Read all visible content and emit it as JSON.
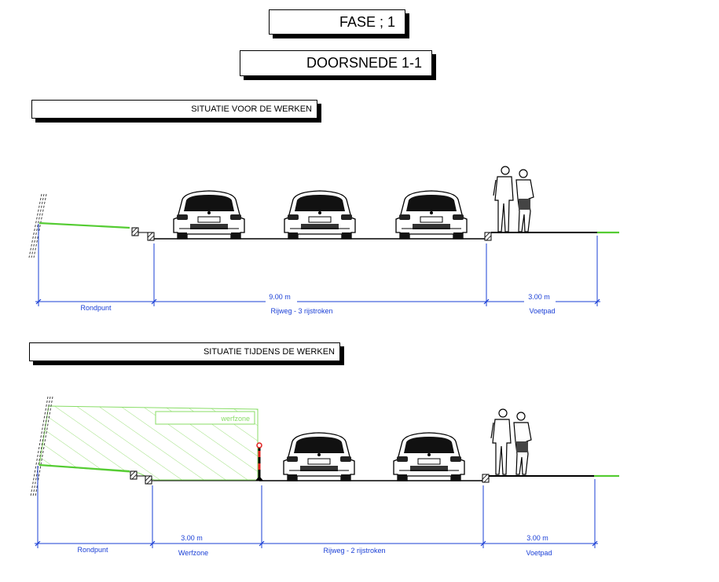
{
  "header": {
    "phase_label": "FASE ; 1",
    "section_label": "DOORSNEDE 1-1"
  },
  "before": {
    "title": "SITUATIE VOOR DE WERKEN",
    "dim_roadway_value": "9.00 m",
    "dim_roadway_label": "Rijweg - 3 rijstroken",
    "dim_footpath_value": "3.00 m",
    "dim_footpath_label": "Voetpad",
    "dim_roundabout_label": "Rondpunt"
  },
  "during": {
    "title": "SITUATIE TIJDENS DE WERKEN",
    "worksite_tag": "werfzone",
    "dim_worksite_value": "3.00 m",
    "dim_worksite_label": "Werfzone",
    "dim_roadway_label": "Rijweg - 2 rijstroken",
    "dim_footpath_value": "3.00 m",
    "dim_footpath_label": "Voetpad",
    "dim_roundabout_label": "Rondpunt"
  },
  "colors": {
    "dimension_line": "#1a3fd6",
    "grass": "#55cc33",
    "worksite_hatch": "#88dd66",
    "barrier_red": "#e02020"
  },
  "icons": [
    "car-rear-icon",
    "pedestrian-couple-icon",
    "warning-post-icon",
    "curb-block-icon"
  ]
}
